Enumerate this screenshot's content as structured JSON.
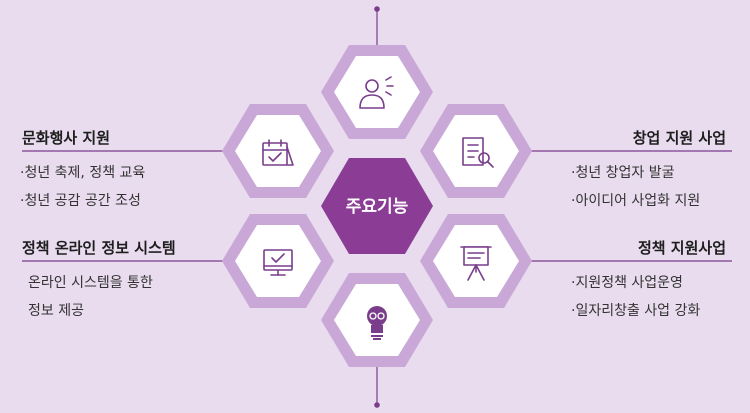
{
  "center": {
    "label": "주요기능"
  },
  "left_top": {
    "title": "문화행사 지원",
    "items": [
      "·청년 축제, 정책 교육",
      "·청년 공감 공간 조성"
    ]
  },
  "left_bottom": {
    "title": "정책 온라인 정보 시스템",
    "items": [
      "온라인 시스템을 통한",
      "정보 제공"
    ]
  },
  "right_top": {
    "title": "창업 지원 사업",
    "items": [
      "·청년 창업자 발굴",
      "·아이디어 사업화 지원"
    ]
  },
  "right_bottom": {
    "title": "정책 지원사업",
    "items": [
      "·지원정책 사업운영",
      "·일자리창출 사업 강화"
    ]
  },
  "icons": {
    "top": "person-speaking-icon",
    "upper_left": "calendar-check-icon",
    "upper_right": "document-search-icon",
    "lower_left": "monitor-check-icon",
    "lower_right": "presentation-board-icon",
    "bottom": "lightbulb-icon"
  },
  "colors": {
    "background": "#e8dcee",
    "hex_outer": "#c9a8d8",
    "center_fill": "#8b3d96",
    "icon": "#7a3d8c",
    "line": "#7a3d8c"
  }
}
